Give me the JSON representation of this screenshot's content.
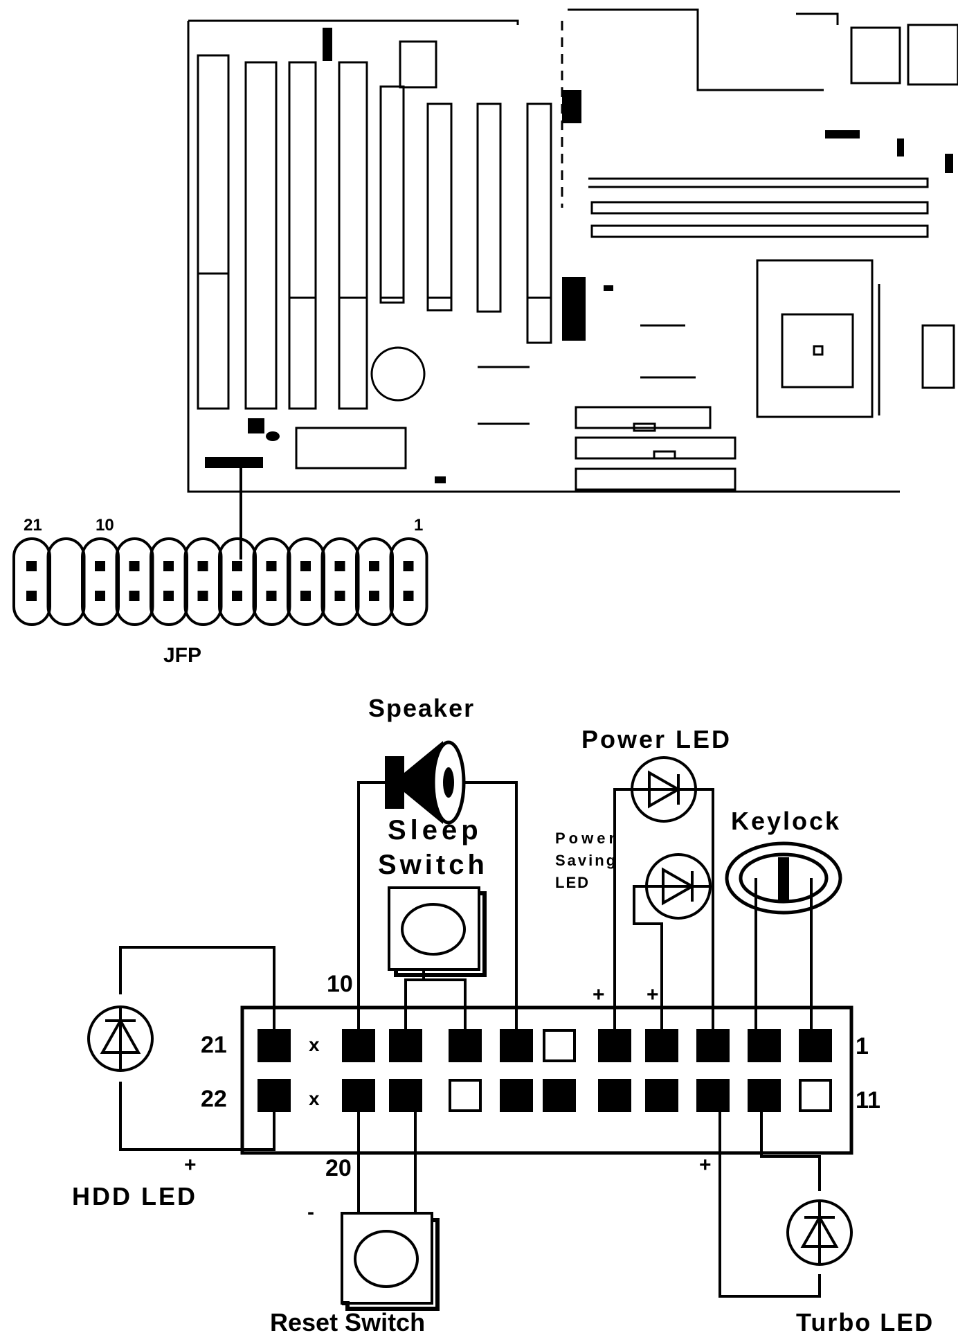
{
  "header_labels": {
    "pin_21": "21",
    "pin_10": "10",
    "pin_1": "1",
    "connector_name": "JFP"
  },
  "components": {
    "speaker": "Speaker",
    "power_led": "Power LED",
    "sleep_switch_line1": "Sleep",
    "sleep_switch_line2": "Switch",
    "power_saving_led_line1": "Power",
    "power_saving_led_line2": "Saving",
    "power_saving_led_line3": "LED",
    "keylock": "Keylock",
    "hdd_led": "HDD LED",
    "reset_switch": "Reset Switch",
    "turbo_led": "Turbo LED"
  },
  "connector_pins": {
    "top_left": "21",
    "bottom_left": "22",
    "top_right": "1",
    "bottom_right": "11",
    "pin_10": "10",
    "pin_20": "20",
    "no_connect": "x"
  },
  "polarity": {
    "plus": "+",
    "minus": "-"
  },
  "colors": {
    "ink": "#000000",
    "paper": "#ffffff"
  }
}
